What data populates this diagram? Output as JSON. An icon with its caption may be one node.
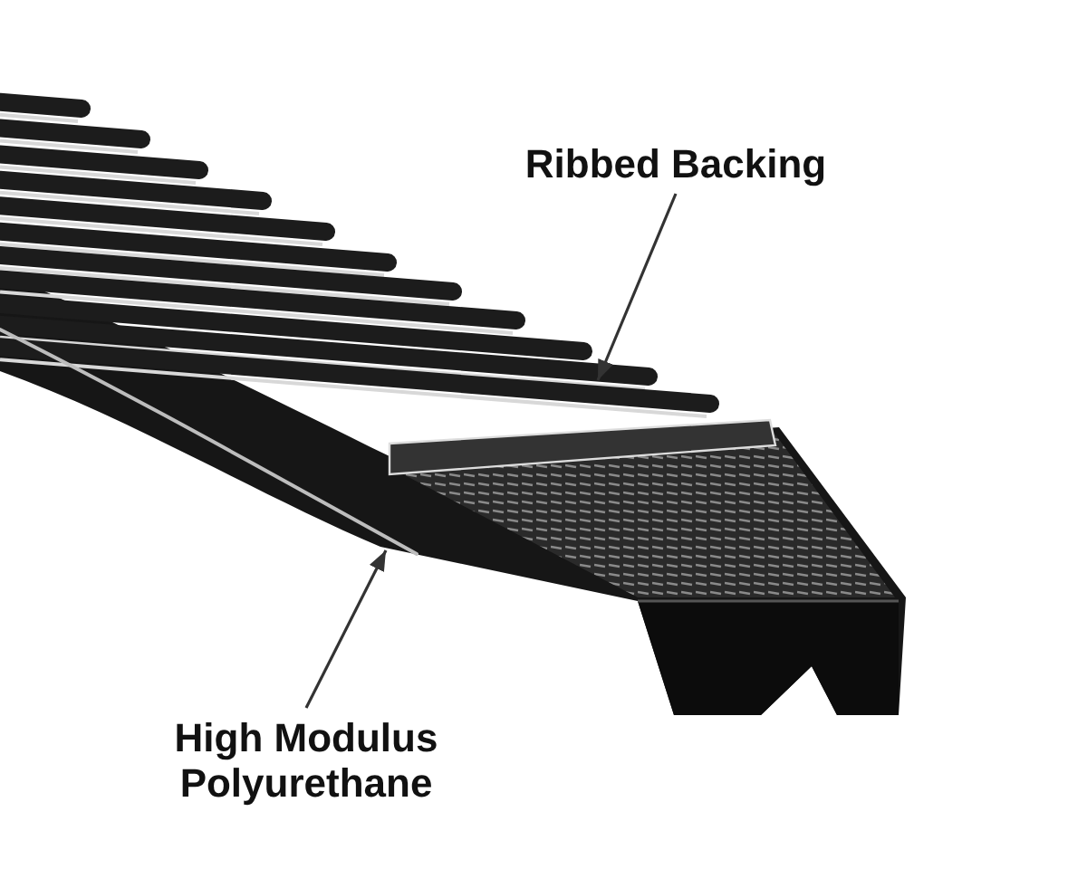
{
  "diagram": {
    "nodes": [
      {
        "text": [
          "Ribbed Backing"
        ]
      },
      {
        "text": [],
        "shape": "bar"
      },
      {
        "text": [
          "High Modulus Polyurethane"
        ]
      },
      {
        "text": [],
        "shape": "bar"
      }
    ],
    "edges": [
      {
        "from": 0,
        "to": 1,
        "arrow": "to"
      },
      {
        "from": 2,
        "to": 3,
        "arrow": "to"
      }
    ]
  }
}
